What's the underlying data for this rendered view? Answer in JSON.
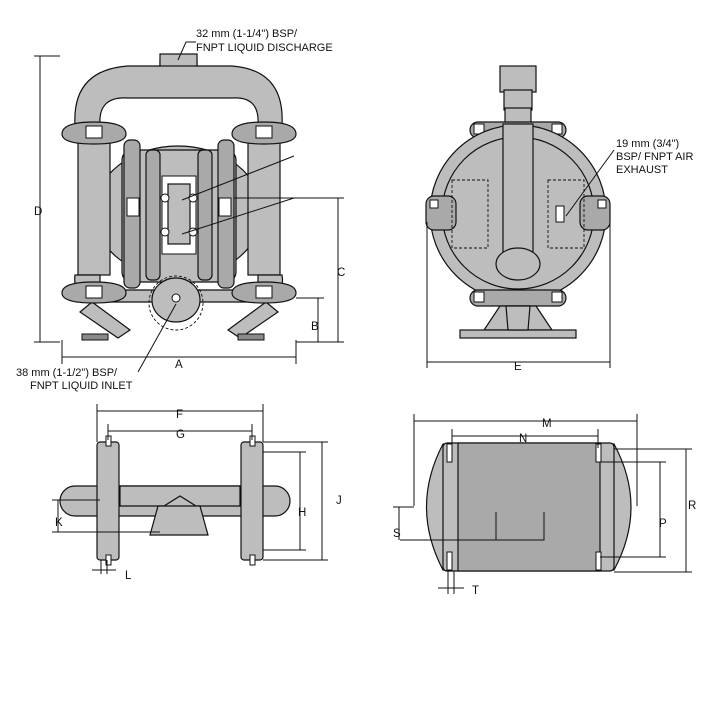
{
  "callouts": {
    "discharge": [
      "32 mm (1-1/4\") BSP/",
      "FNPT LIQUID DISCHARGE"
    ],
    "inlet": [
      "38 mm (1-1/2\") BSP/",
      "FNPT LIQUID INLET"
    ],
    "exhaust": [
      "19 mm (3/4\")",
      "BSP/ FNPT AIR",
      "EXHAUST"
    ]
  },
  "dimensions": {
    "A": "A",
    "B": "B",
    "C": "C",
    "D": "D",
    "E": "E",
    "F": "F",
    "G": "G",
    "H": "H",
    "J": "J",
    "K": "K",
    "L": "L",
    "M": "M",
    "N": "N",
    "P": "P",
    "R": "R",
    "S": "S",
    "T": "T"
  }
}
